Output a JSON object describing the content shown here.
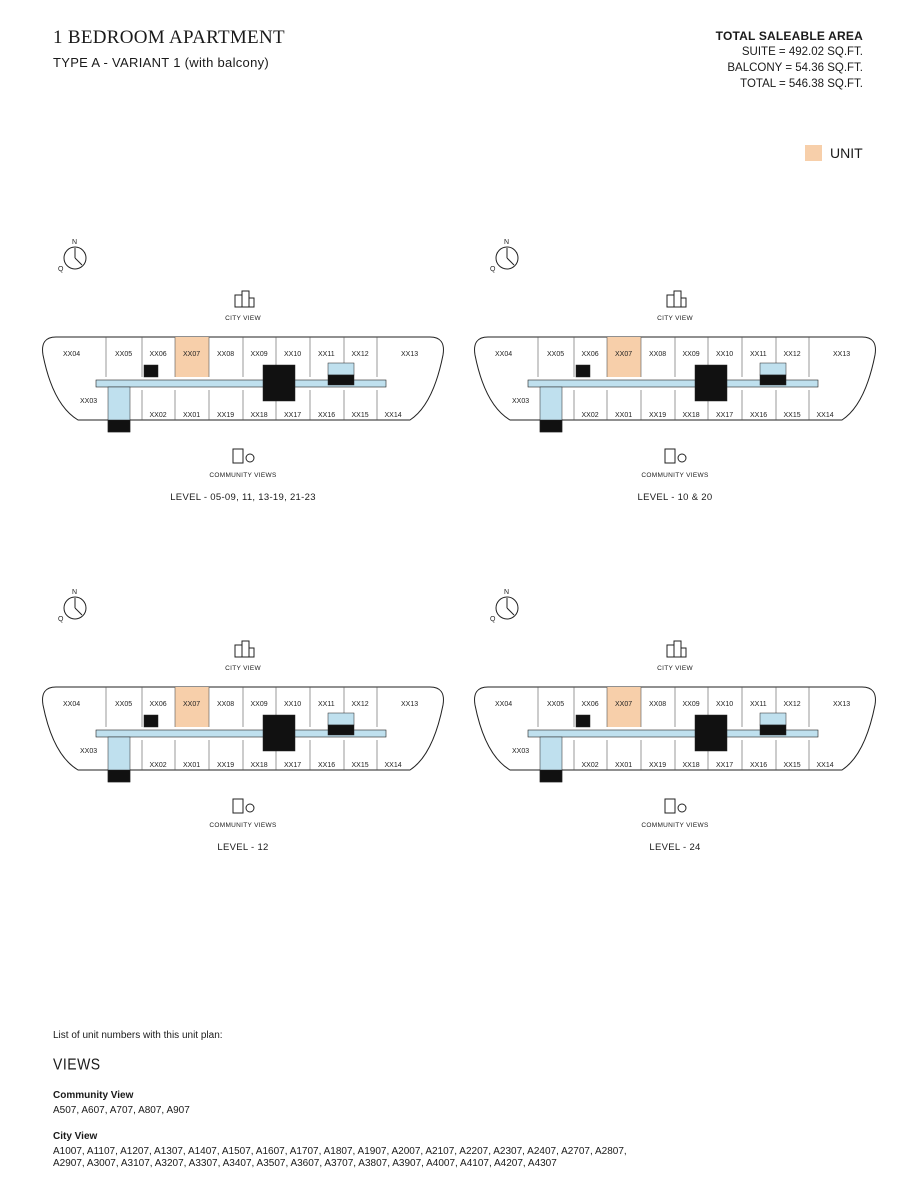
{
  "header": {
    "title": "1 BEDROOM APARTMENT",
    "subtitle": "TYPE A - VARIANT 1 (with balcony)"
  },
  "area": {
    "heading": "TOTAL SALEABLE AREA",
    "suite": "SUITE = 492.02 SQ.FT.",
    "balcony": "BALCONY = 54.36 SQ.FT.",
    "total": "TOTAL = 546.38 SQ.FT."
  },
  "legend": {
    "label": "UNIT",
    "color": "#f7cfaa"
  },
  "compass": {
    "n": "N",
    "q": "Q"
  },
  "plan_labels": {
    "city_view": "CITY VIEW",
    "community_views": "COMMUNITY VIEWS",
    "top_units": [
      "XX04",
      "XX05",
      "XX06",
      "XX07",
      "XX08",
      "XX09",
      "XX10",
      "XX11",
      "XX12",
      "XX13"
    ],
    "bottom_units": [
      "XX03",
      "XX02",
      "XX01",
      "XX19",
      "XX18",
      "XX17",
      "XX16",
      "XX15",
      "XX14"
    ],
    "highlight_unit": "XX07"
  },
  "plans": [
    {
      "level": "LEVEL - 05-09, 11, 13-19, 21-23"
    },
    {
      "level": "LEVEL - 10 & 20"
    },
    {
      "level": "LEVEL - 12"
    },
    {
      "level": "LEVEL - 24"
    }
  ],
  "footer": {
    "intro": "List of unit numbers with this unit plan:",
    "views_title": "VIEWS",
    "community_title": "Community View",
    "community_units": "A507, A607, A707, A807, A907",
    "city_title": "City View",
    "city_units_line1": "A1007, A1107, A1207, A1307, A1407, A1507, A1607, A1707, A1807, A1907, A2007, A2107, A2207, A2307, A2407, A2707, A2807,",
    "city_units_line2": "A2907, A3007, A3107, A3207, A3307, A3407, A3507, A3607, A3707, A3807, A3907, A4007, A4107, A4207, A4307"
  }
}
